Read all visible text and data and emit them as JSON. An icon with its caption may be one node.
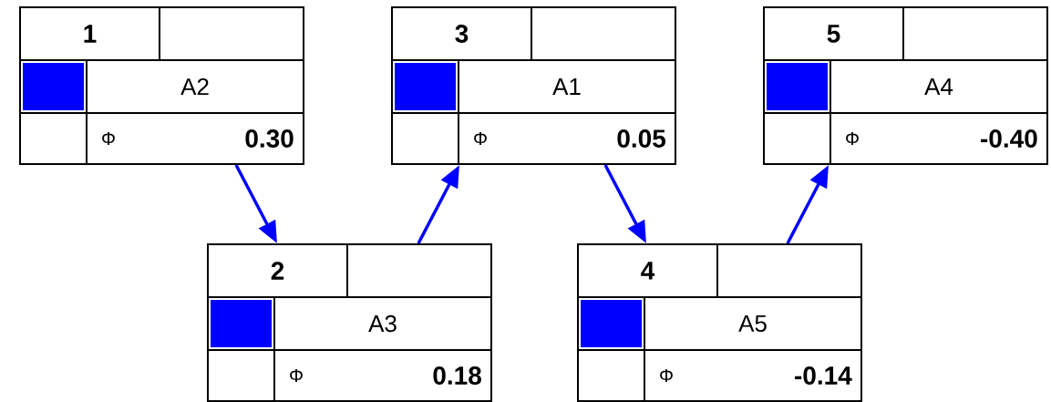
{
  "diagram": {
    "nodes": [
      {
        "text": [
          "1",
          "A2",
          "Φ",
          "0.30"
        ]
      },
      {
        "text": [
          "2",
          "A3",
          "Φ",
          "0.18"
        ]
      },
      {
        "text": [
          "3",
          "A1",
          "Φ",
          "0.05"
        ]
      },
      {
        "text": [
          "4",
          "A5",
          "Φ",
          "-0.14"
        ]
      },
      {
        "text": [
          "5",
          "A4",
          "Φ",
          "-0.40"
        ]
      }
    ],
    "edges": [
      {
        "from": 0,
        "to": 1,
        "arrow": "to"
      },
      {
        "from": 1,
        "to": 2,
        "arrow": "to"
      },
      {
        "from": 2,
        "to": 3,
        "arrow": "to"
      },
      {
        "from": 3,
        "to": 4,
        "arrow": "to"
      }
    ]
  }
}
